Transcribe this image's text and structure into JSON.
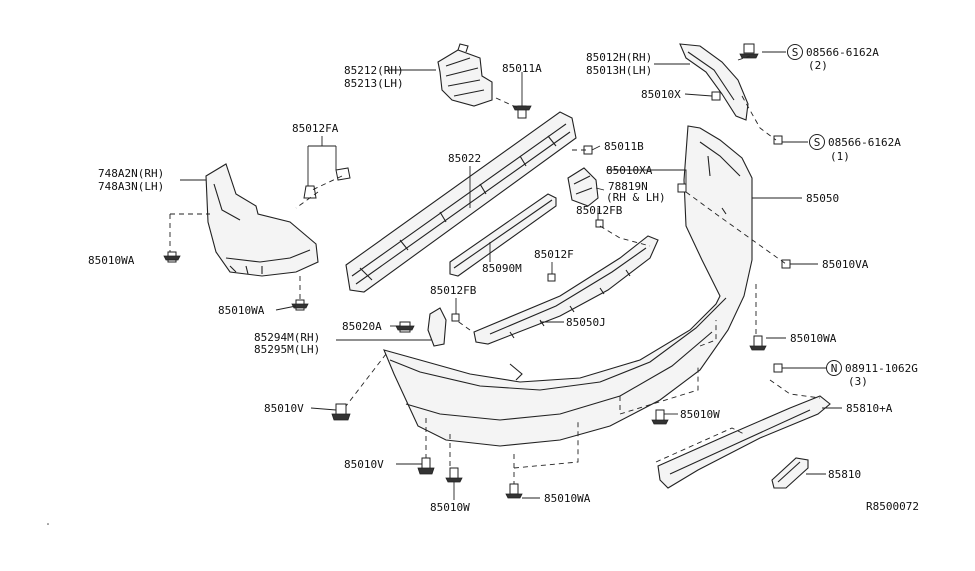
{
  "diagram": {
    "ref_code": "R8500072",
    "labels": {
      "p85212": "85212(RH)",
      "p85213": "85213(LH)",
      "p85011a": "85011A",
      "p85012h": "85012H(RH)",
      "p85013h": "85013H(LH)",
      "s1_num": "08566-6162A",
      "s1_qty": "(2)",
      "s2_num": "08566-6162A",
      "s2_qty": "(1)",
      "p85010x": "85010X",
      "p85012fa": "85012FA",
      "p748a2n": "748A2N(RH)",
      "p748a3n": "748A3N(LH)",
      "p85022": "85022",
      "p85011b": "85011B",
      "p85010xa": "85010XA",
      "p78819n": "78819N",
      "p78819n_side": "(RH & LH)",
      "p85012fb_a": "85012FB",
      "p85050": "85050",
      "p85010wa_a": "85010WA",
      "p85090m": "85090M",
      "p85012f": "85012F",
      "p85010va": "85010VA",
      "p85010wa_b": "85010WA",
      "p85012fb_b": "85012FB",
      "p85020a": "85020A",
      "p85050j": "85050J",
      "p85294m": "85294M(RH)",
      "p85295m": "85295M(LH)",
      "p85010wa_c": "85010WA",
      "n_num": "08911-1062G",
      "n_qty": "(3)",
      "p85010v_a": "85010V",
      "p85010w_a": "85010W",
      "p85810a": "85810+A",
      "p85010v_b": "85010V",
      "p85810": "85810",
      "p85010w_b": "85010W",
      "p85010wa_d": "85010WA"
    },
    "symbols": {
      "s1": "S",
      "s2": "S",
      "n": "N"
    }
  }
}
